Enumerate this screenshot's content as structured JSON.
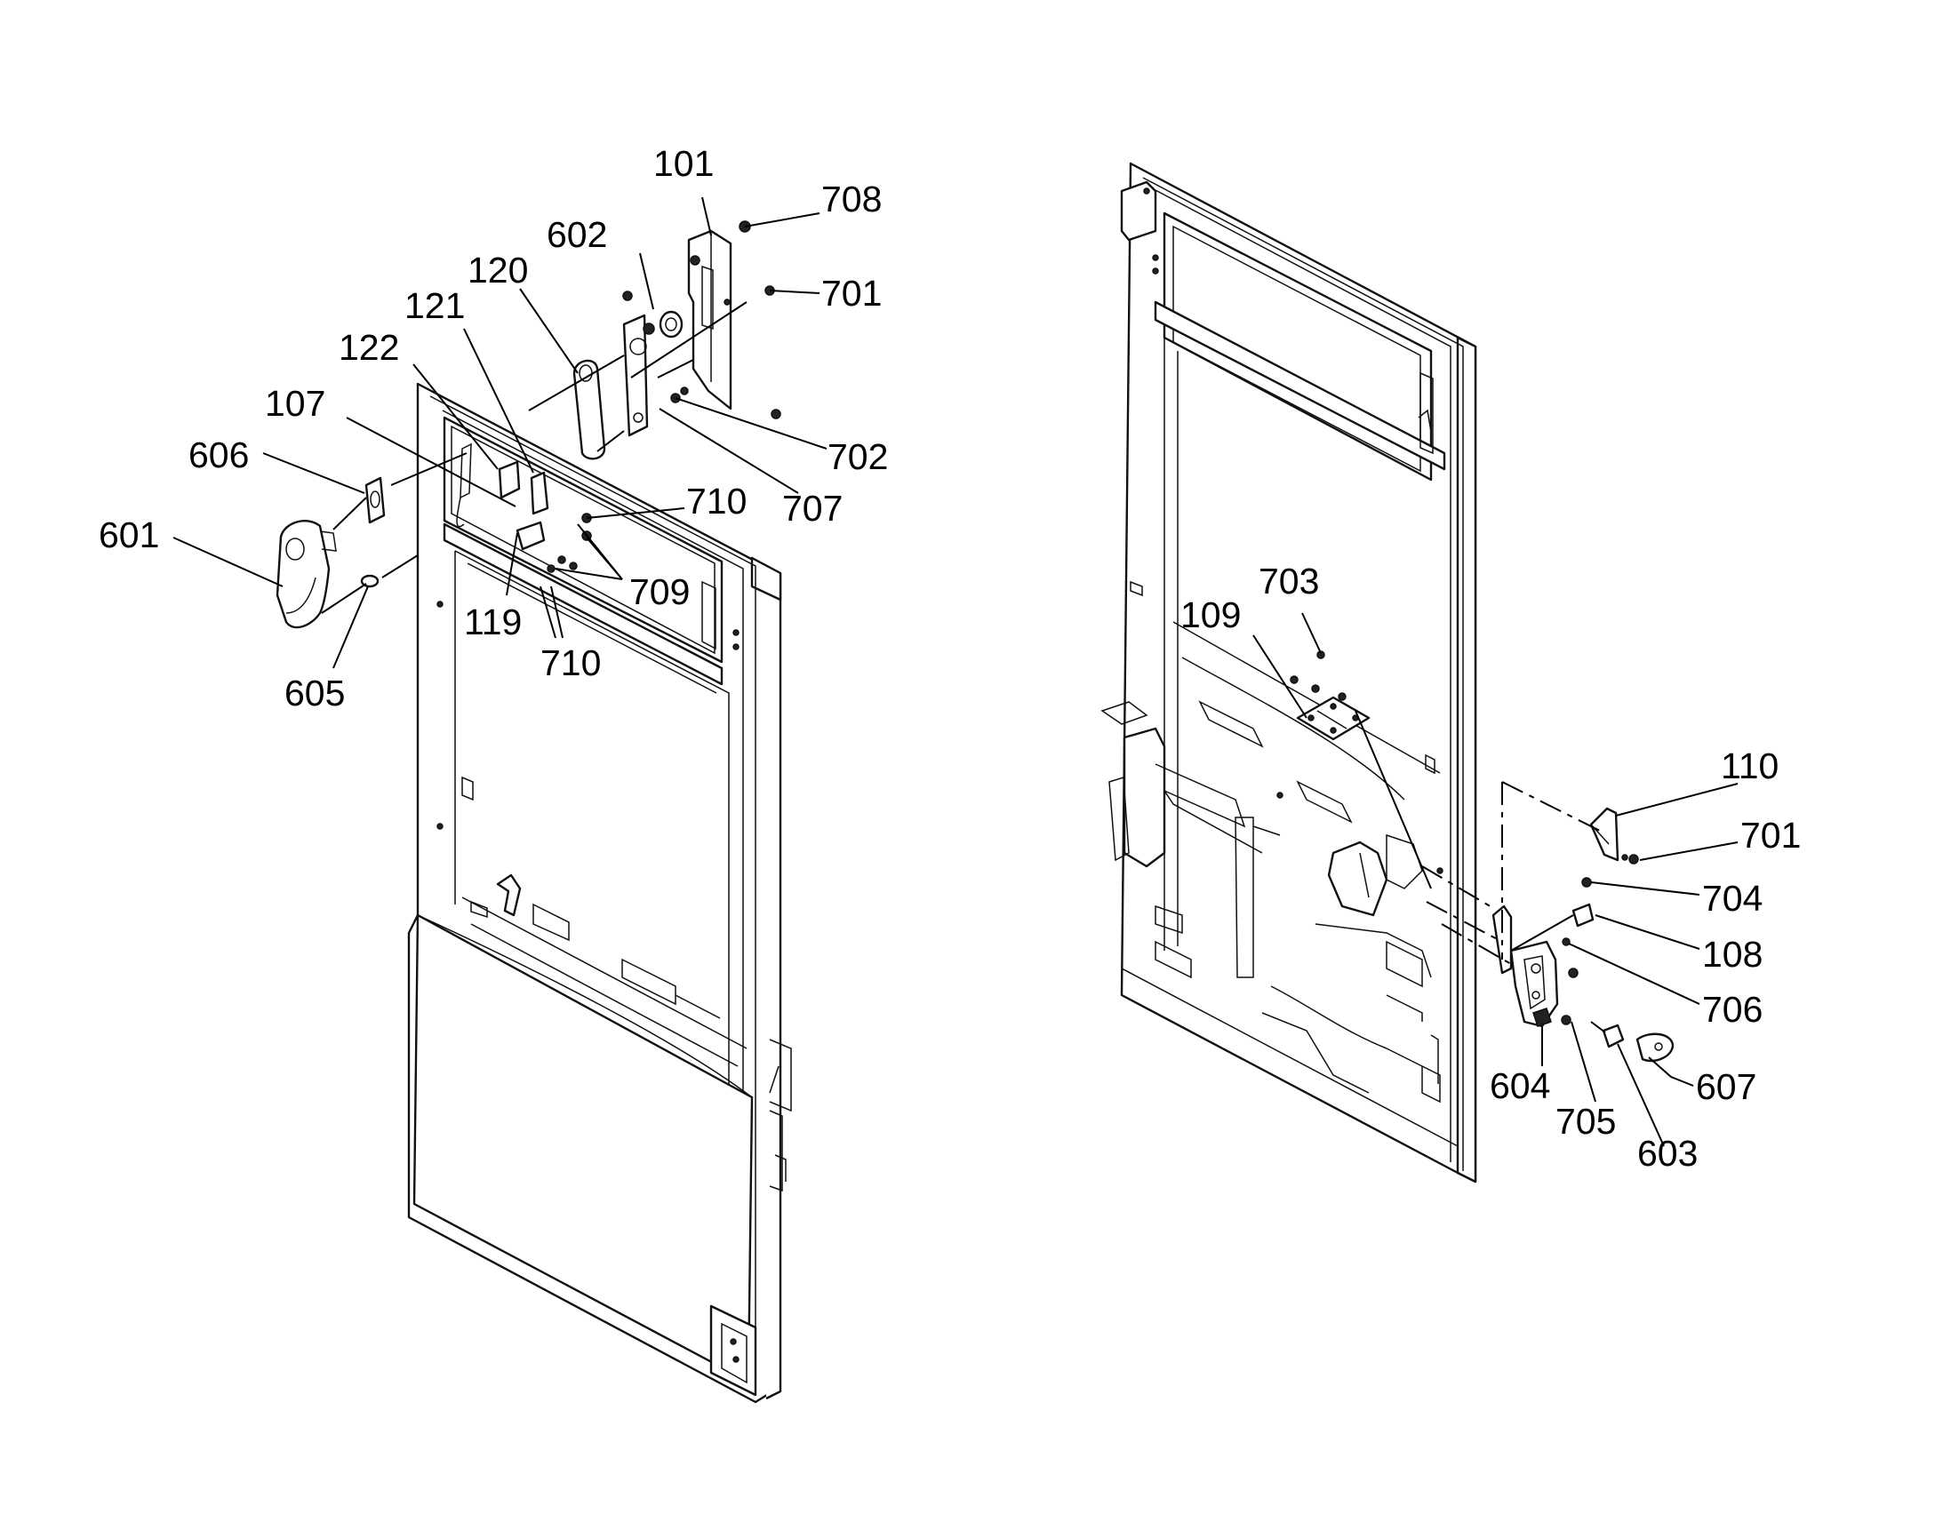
{
  "diagram": {
    "type": "exploded-parts-diagram",
    "views": [
      {
        "name": "door-front-view",
        "callouts": [
          "101",
          "708",
          "602",
          "120",
          "701",
          "121",
          "122",
          "107",
          "606",
          "601",
          "702",
          "707",
          "710",
          "709",
          "119",
          "710",
          "605"
        ]
      },
      {
        "name": "door-rear-view",
        "callouts": [
          "703",
          "109",
          "110",
          "701",
          "704",
          "108",
          "706",
          "604",
          "705",
          "607",
          "603"
        ]
      }
    ]
  },
  "labels": {
    "c101": "101",
    "c708": "708",
    "c602": "602",
    "c120": "120",
    "c701a": "701",
    "c121": "121",
    "c122": "122",
    "c107": "107",
    "c606": "606",
    "c601": "601",
    "c702": "702",
    "c707": "707",
    "c710a": "710",
    "c709": "709",
    "c119": "119",
    "c710b": "710",
    "c605": "605",
    "c703": "703",
    "c109": "109",
    "c110": "110",
    "c701b": "701",
    "c704": "704",
    "c108": "108",
    "c706": "706",
    "c604": "604",
    "c705": "705",
    "c607": "607",
    "c603": "603"
  }
}
